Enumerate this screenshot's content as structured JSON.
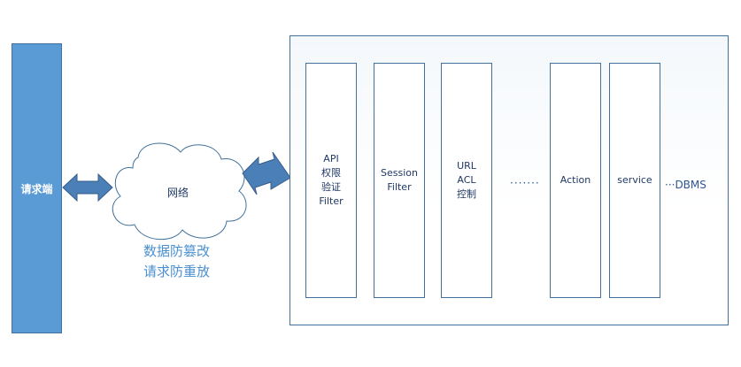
{
  "client": {
    "label": "请求端"
  },
  "network": {
    "label": "网络",
    "features": [
      "数据防篡改",
      "请求防重放"
    ]
  },
  "pipeline": {
    "columns": [
      {
        "lines": [
          "API",
          "权限",
          "验证",
          "Filter"
        ]
      },
      {
        "lines": [
          "Session",
          "Filter"
        ]
      },
      {
        "lines": [
          "URL",
          "ACL",
          "控制"
        ]
      },
      {
        "lines": [
          "Action"
        ]
      },
      {
        "lines": [
          "service"
        ]
      }
    ],
    "ellipsis": "·······",
    "dbms": "···DBMS"
  },
  "colors": {
    "client_fill": "#5b9bd5",
    "arrow_fill": "#4a7fb8",
    "border": "#41719c",
    "text": "#1f3864",
    "feature_text": "#4a8fd0"
  }
}
